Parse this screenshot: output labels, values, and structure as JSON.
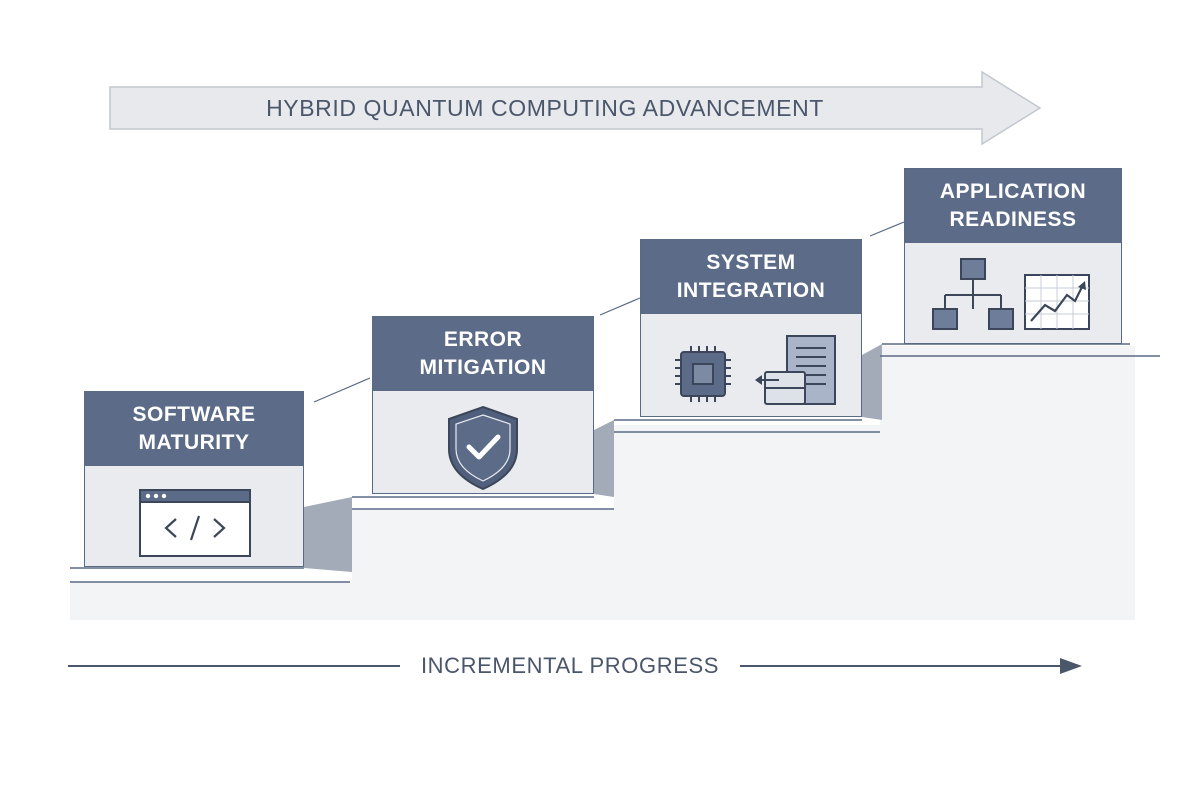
{
  "title": "HYBRID QUANTUM COMPUTING ADVANCEMENT",
  "bottom_label": "INCREMENTAL PROGRESS",
  "colors": {
    "header_fill": "#5b6b88",
    "card_fill": "#e9ebef",
    "banner_fill": "#e7e9ed",
    "step_shadow": "#a3abb8",
    "text": "#4a566a"
  },
  "steps": [
    {
      "label": "SOFTWARE\nMATURITY",
      "icon": "code-window-icon"
    },
    {
      "label": "ERROR\nMITIGATION",
      "icon": "shield-check-icon"
    },
    {
      "label": "SYSTEM\nINTEGRATION",
      "icon": "chip-document-icon"
    },
    {
      "label": "APPLICATION\nREADINESS",
      "icon": "hierarchy-chart-icon"
    }
  ]
}
